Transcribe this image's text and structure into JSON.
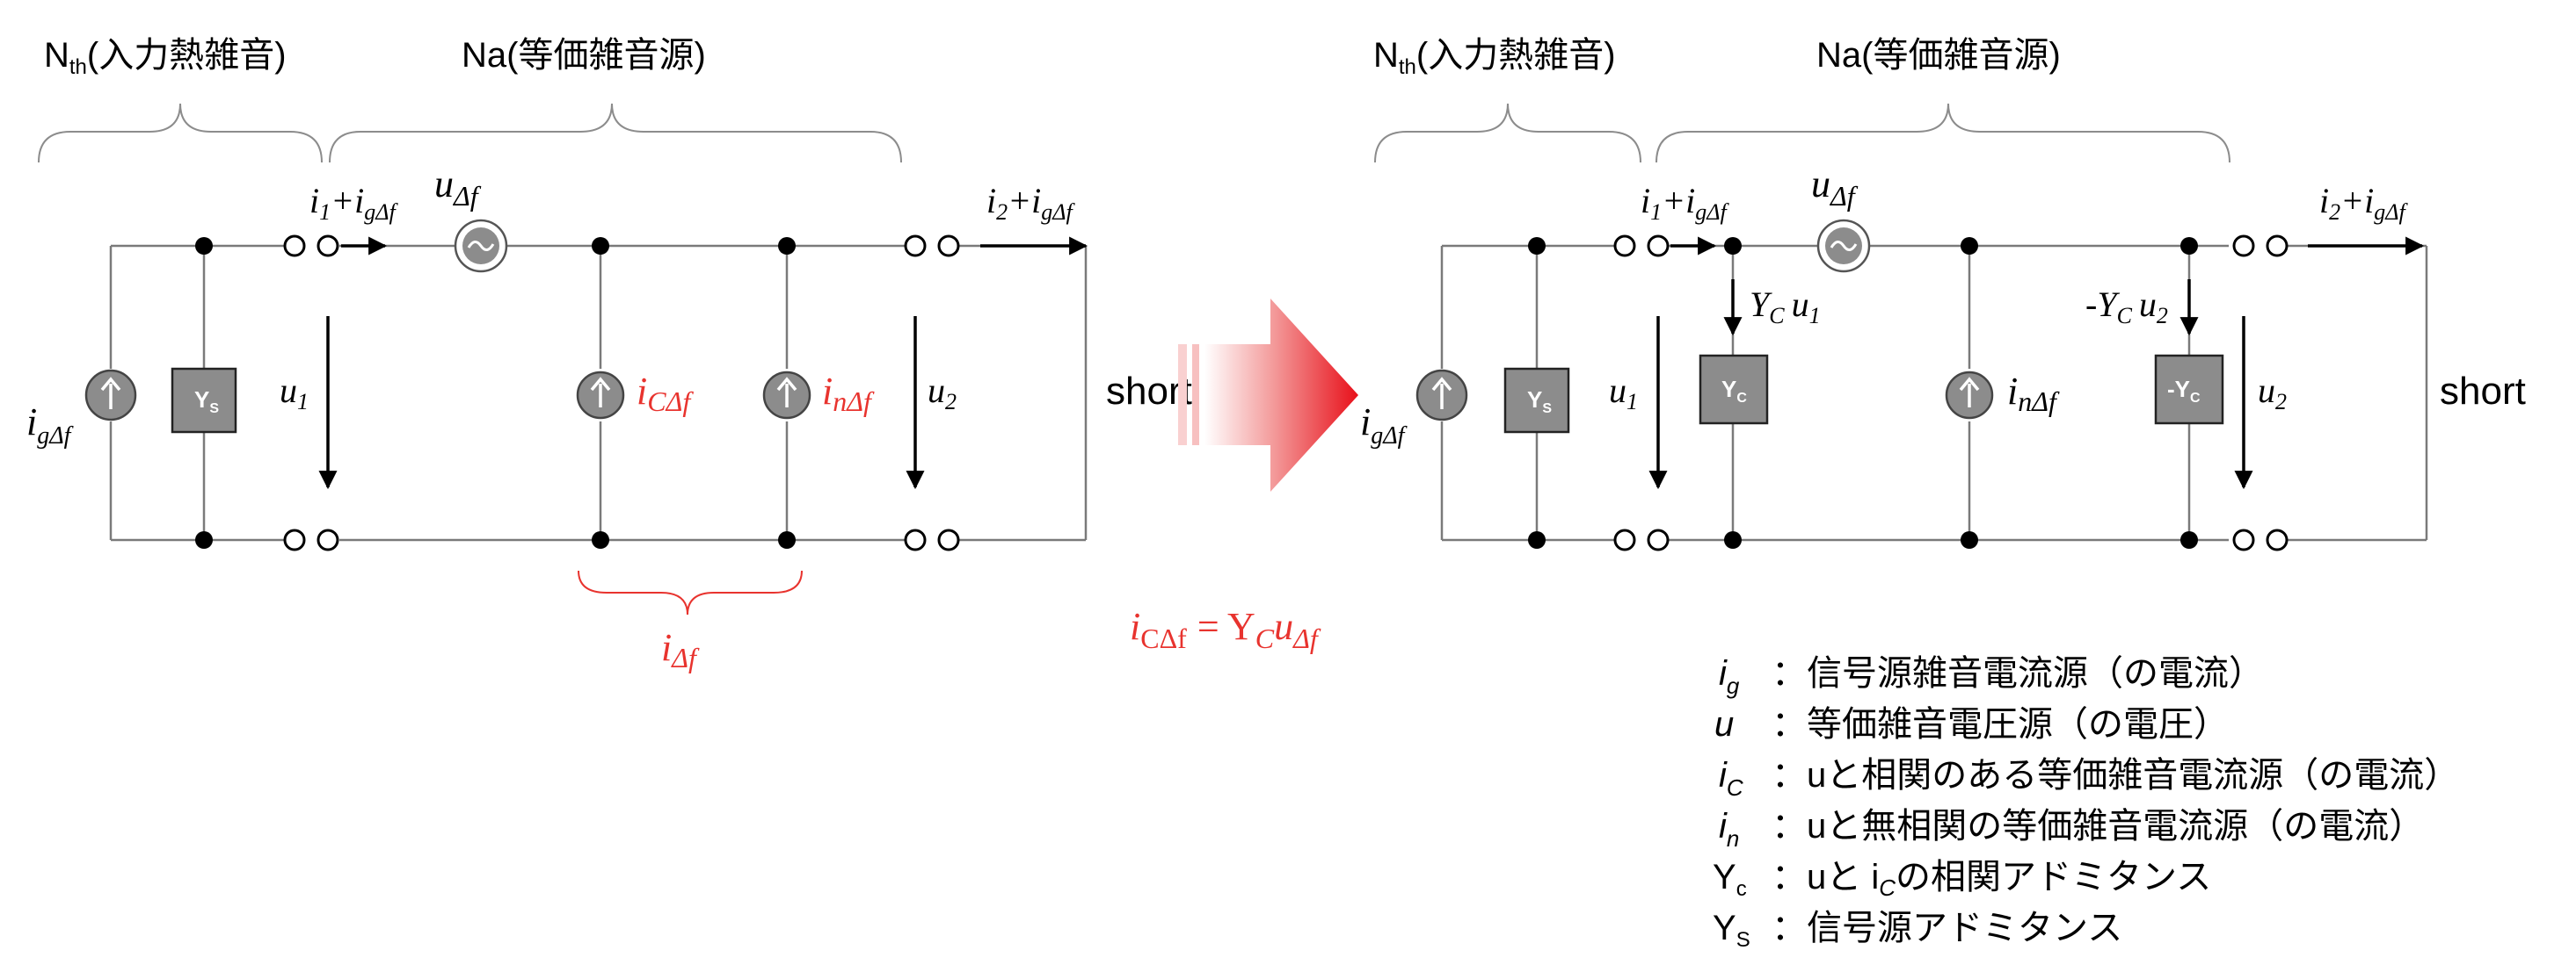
{
  "brackets": {
    "nth_main": "N",
    "nth_sub": "th",
    "nth_desc": "(入力熱雑音)",
    "na": "Na(等価雑音源)"
  },
  "short_label": "short",
  "equation": {
    "lhs": "i",
    "lhs_sub": "CΔf",
    "rhs": "= Y",
    "rhs_sub": "C",
    "rhs2": "u",
    "rhs2_sub": "Δf"
  },
  "left": {
    "source_ig": "i",
    "source_ig_sub": "gΔf",
    "ys": "Y",
    "ys_sub": "S",
    "i1": "i",
    "i1_sub": "1",
    "i1_plus": "+i",
    "i1_plus_sub": "gΔf",
    "u_src": "u",
    "u_src_sub": "Δf",
    "u1": "u",
    "u1_sub": "1",
    "ic": "i",
    "ic_sub": "CΔf",
    "in": "i",
    "in_sub": "nΔf",
    "u2": "u",
    "u2_sub": "2",
    "i2": "i",
    "i2_sub": "2",
    "i2_plus": "+i",
    "i2_plus_sub": "gΔf",
    "idelta": "i",
    "idelta_sub": "Δf"
  },
  "right": {
    "ycu1": "Y",
    "ycu1_sub": "C",
    "ycu1_u": "u",
    "ycu1_u_sub": "1",
    "yc_box": "Y",
    "yc_box_sub": "C",
    "myc_box": "-Y",
    "myc_box_sub": "C",
    "mycu2": "-Y",
    "mycu2_sub": "C",
    "mycu2_u": "u",
    "mycu2_u_sub": "2"
  },
  "legend": [
    {
      "sym": "i",
      "sub": "g",
      "desc": "：信号源雑音電流源（の電流）"
    },
    {
      "sym": "u",
      "sub": "",
      "desc": "：等価雑音電圧源（の電圧）"
    },
    {
      "sym": "i",
      "sub": "C",
      "desc": "：uと相関のある等価雑音電流源（の電流）"
    },
    {
      "sym": "i",
      "sub": "n",
      "desc": "：uと無相関の等価雑音電流源（の電流）"
    },
    {
      "sym": "Y",
      "sub": "c",
      "desc": "：uと i",
      "desc_sub": "C",
      "desc2": "の相関アドミタンス"
    },
    {
      "sym": "Y",
      "sub": "S",
      "desc": "：信号源アドミタンス"
    }
  ]
}
